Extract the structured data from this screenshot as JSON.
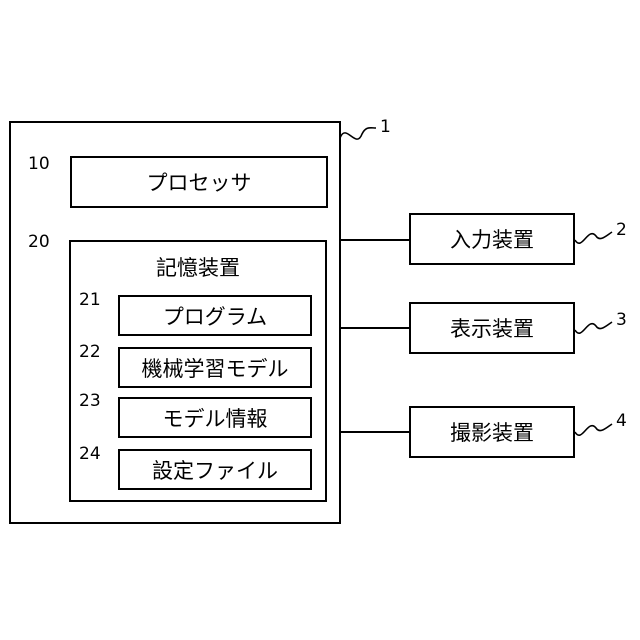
{
  "main_device": {
    "ref": "1",
    "processor": {
      "ref": "10",
      "label": "プロセッサ"
    },
    "storage": {
      "ref": "20",
      "label": "記憶装置",
      "items": [
        {
          "ref": "21",
          "label": "プログラム"
        },
        {
          "ref": "22",
          "label": "機械学習モデル"
        },
        {
          "ref": "23",
          "label": "モデル情報"
        },
        {
          "ref": "24",
          "label": "設定ファイル"
        }
      ]
    }
  },
  "peripherals": [
    {
      "ref": "2",
      "label": "入力装置"
    },
    {
      "ref": "3",
      "label": "表示装置"
    },
    {
      "ref": "4",
      "label": "撮影装置"
    }
  ]
}
